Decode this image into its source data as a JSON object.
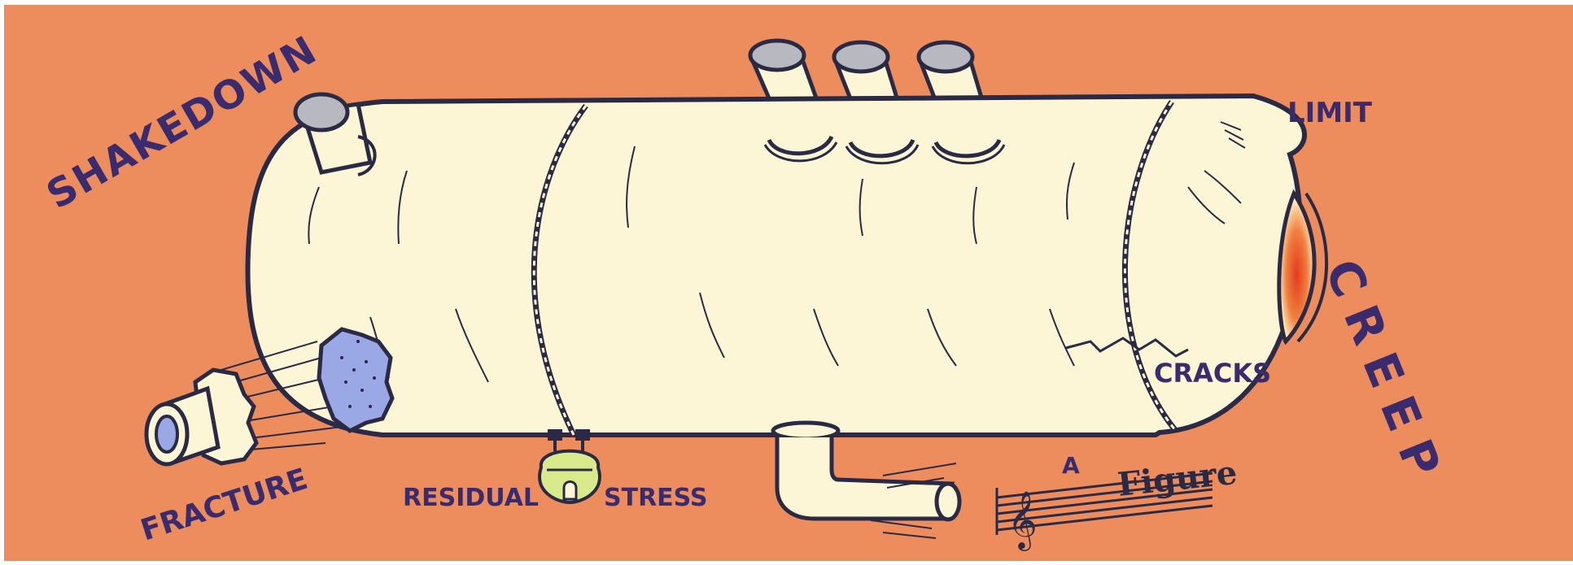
{
  "labels": {
    "shakedown": "SHAKEDOWN",
    "limit": "LIMIT",
    "creep": "CREEP",
    "cracks": "CRACKS",
    "fracture": "FRACTURE",
    "residual": "RESIDUAL",
    "stress": "STRESS",
    "fugue_a": "A",
    "fugue_word": "Figure"
  },
  "colors": {
    "background": "#ed8c5d",
    "vessel": "#fdf6d6",
    "outline": "#2b2a45",
    "label": "#3a2a6e",
    "nozzle_top": "#b8b8c0",
    "patch": "#9aa8e6",
    "weight": "#d8ea8c",
    "hot_spot": "#e43a1e"
  }
}
